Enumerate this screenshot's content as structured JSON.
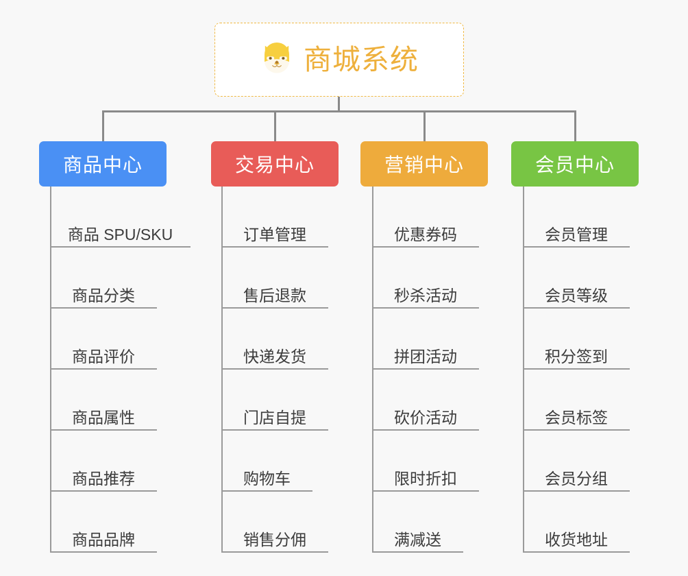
{
  "page": {
    "background_color": "#f8f8f8",
    "line_color": "#8a8a8a",
    "leaf_line_color": "#9a9a9a",
    "leaf_text_color": "#3c3c3c"
  },
  "root": {
    "title": "商城系统",
    "icon": "shiba-dog-icon",
    "text_color": "#eeb03c",
    "border_color": "#f0b944",
    "background_color": "#ffffff"
  },
  "columns": [
    {
      "id": "product-center",
      "title": "商品中心",
      "color": "#4a90f4",
      "items": [
        {
          "label": "商品 SPU/SKU"
        },
        {
          "label": "商品分类"
        },
        {
          "label": "商品评价"
        },
        {
          "label": "商品属性"
        },
        {
          "label": "商品推荐"
        },
        {
          "label": "商品品牌"
        }
      ]
    },
    {
      "id": "trade-center",
      "title": "交易中心",
      "color": "#e85c58",
      "items": [
        {
          "label": "订单管理"
        },
        {
          "label": "售后退款"
        },
        {
          "label": "快递发货"
        },
        {
          "label": "门店自提"
        },
        {
          "label": "购物车"
        },
        {
          "label": "销售分佣"
        }
      ]
    },
    {
      "id": "marketing-center",
      "title": "营销中心",
      "color": "#eeab3c",
      "items": [
        {
          "label": "优惠券码"
        },
        {
          "label": "秒杀活动"
        },
        {
          "label": "拼团活动"
        },
        {
          "label": "砍价活动"
        },
        {
          "label": "限时折扣"
        },
        {
          "label": "满减送"
        }
      ]
    },
    {
      "id": "member-center",
      "title": "会员中心",
      "color": "#78c544",
      "items": [
        {
          "label": "会员管理"
        },
        {
          "label": "会员等级"
        },
        {
          "label": "积分签到"
        },
        {
          "label": "会员标签"
        },
        {
          "label": "会员分组"
        },
        {
          "label": "收货地址"
        }
      ]
    }
  ]
}
